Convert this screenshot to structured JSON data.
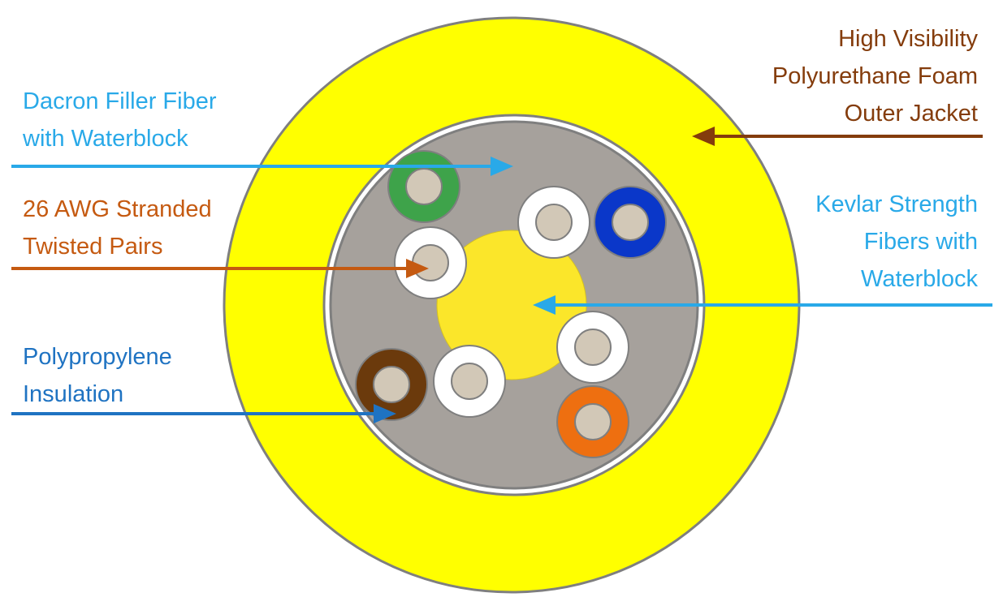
{
  "labels": {
    "dacron": {
      "lines": [
        "Dacron Filler Fiber",
        "with Waterblock"
      ],
      "color": "#29a9e8"
    },
    "awg": {
      "lines": [
        "26 AWG Stranded",
        "Twisted Pairs"
      ],
      "color": "#c55a11"
    },
    "polypropylene": {
      "lines": [
        "Polypropylene",
        "Insulation"
      ],
      "color": "#1f73c2"
    },
    "jacket": {
      "lines": [
        "High Visibility",
        "Polyurethane Foam",
        "Outer Jacket"
      ],
      "color": "#843c0c"
    },
    "kevlar": {
      "lines": [
        "Kevlar Strength",
        "Fibers with",
        "Waterblock"
      ],
      "color": "#29a9e8"
    }
  },
  "colors": {
    "outer_jacket": "#ffff00",
    "core_fill": "#a6a19c",
    "center_filler": "#fbe62a",
    "conductor": "#d2c8b7",
    "pair_colors": [
      "#3ea34a",
      "#ffffff",
      "#0a37c9",
      "#ffffff",
      "#ffffff",
      "#ffffff",
      "#6b3a0c",
      "#ee6f10"
    ]
  },
  "icons": {
    "arrow": "arrow-icon"
  }
}
